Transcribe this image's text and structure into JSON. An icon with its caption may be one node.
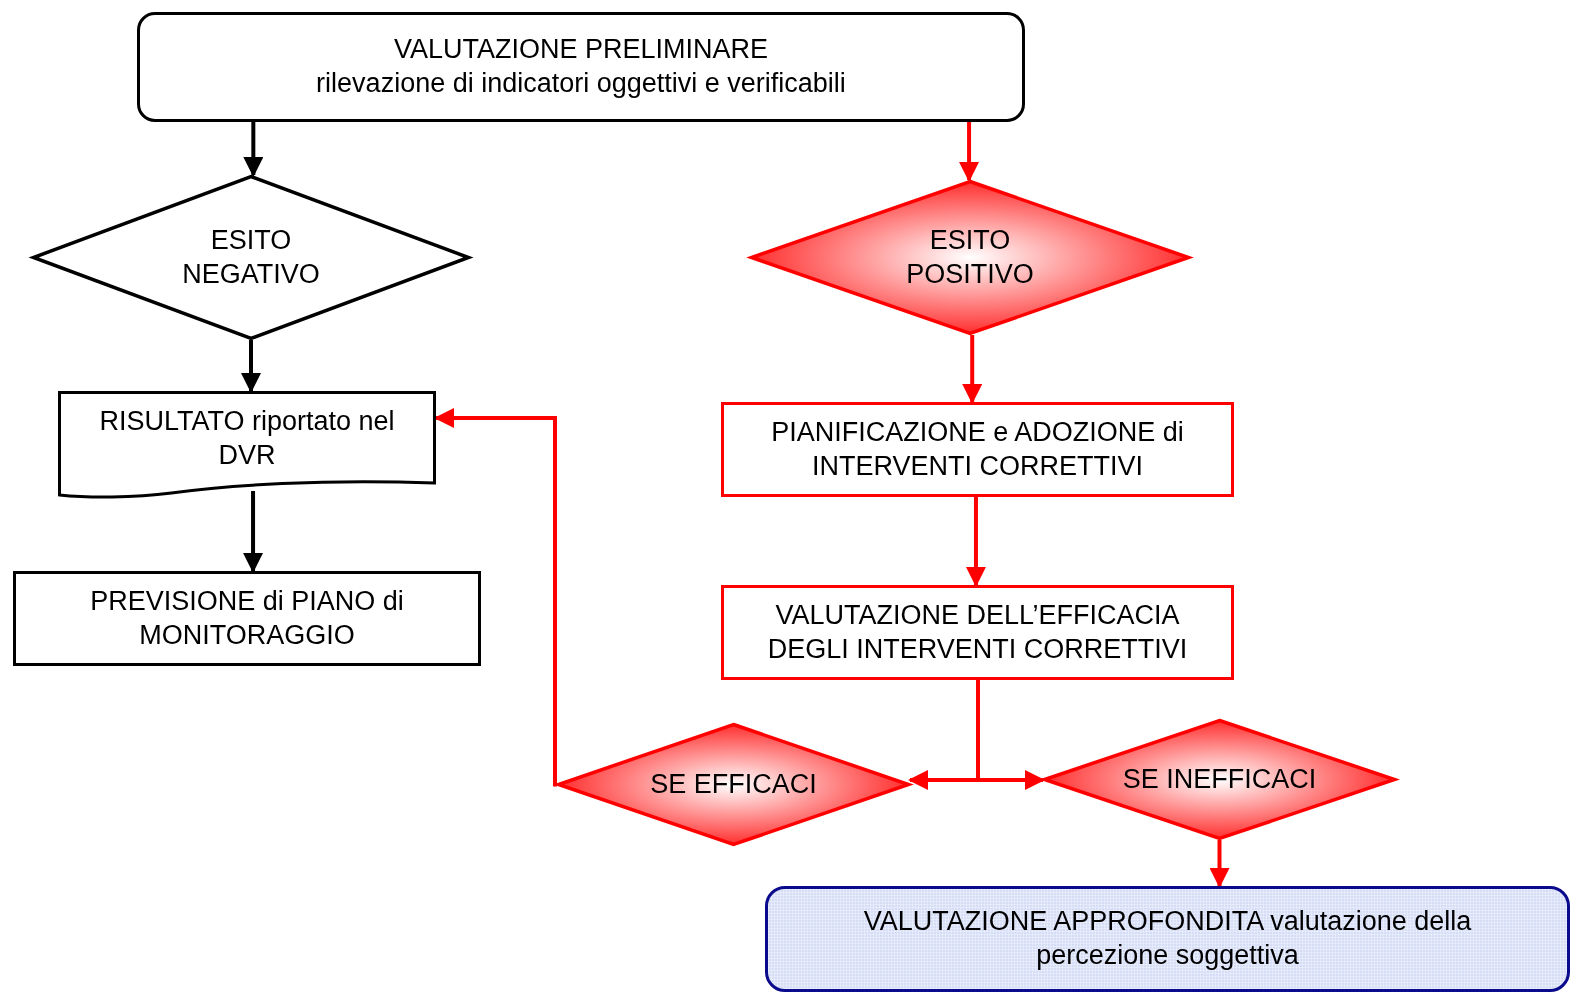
{
  "diagram": {
    "nodes": [
      {
        "text": [
          "VALUTAZIONE PRELIMINARE",
          "rilevazione di indicatori oggettivi e verificabili"
        ]
      },
      {
        "text": [
          "ESITO NEGATIVO"
        ]
      },
      {
        "text": [
          "RISULTATO riportato nel DVR"
        ]
      },
      {
        "text": [
          "PREVISIONE di PIANO di MONITORAGGIO"
        ]
      },
      {
        "text": [
          "ESITO POSITIVO"
        ]
      },
      {
        "text": [
          "PIANIFICAZIONE e ADOZIONE di INTERVENTI CORRETTIVI"
        ]
      },
      {
        "text": [
          "VALUTAZIONE DELL’EFFICACIA DEGLI INTERVENTI CORRETTIVI"
        ]
      },
      {
        "text": [
          "SE EFFICACI"
        ]
      },
      {
        "text": [
          "SE INEFFICACI"
        ]
      },
      {
        "text": [
          "VALUTAZIONE APPROFONDITA valutazione della percezione soggettiva"
        ]
      }
    ],
    "edges": [
      {
        "from": 0,
        "to": 1,
        "arrow": "to",
        "color": "#000000"
      },
      {
        "from": 1,
        "to": 2,
        "arrow": "to",
        "color": "#000000"
      },
      {
        "from": 2,
        "to": 3,
        "arrow": "to",
        "color": "#000000"
      },
      {
        "from": 0,
        "to": 4,
        "arrow": "to"
      },
      {
        "from": 4,
        "to": 5,
        "arrow": "to"
      },
      {
        "from": 5,
        "to": 6,
        "arrow": "to"
      },
      {
        "from": 6,
        "to": 7,
        "arrow": "to"
      },
      {
        "from": 6,
        "to": 8,
        "arrow": "to"
      },
      {
        "from": 7,
        "to": 2,
        "arrow": "to"
      },
      {
        "from": 8,
        "to": 9,
        "arrow": "to"
      }
    ]
  }
}
